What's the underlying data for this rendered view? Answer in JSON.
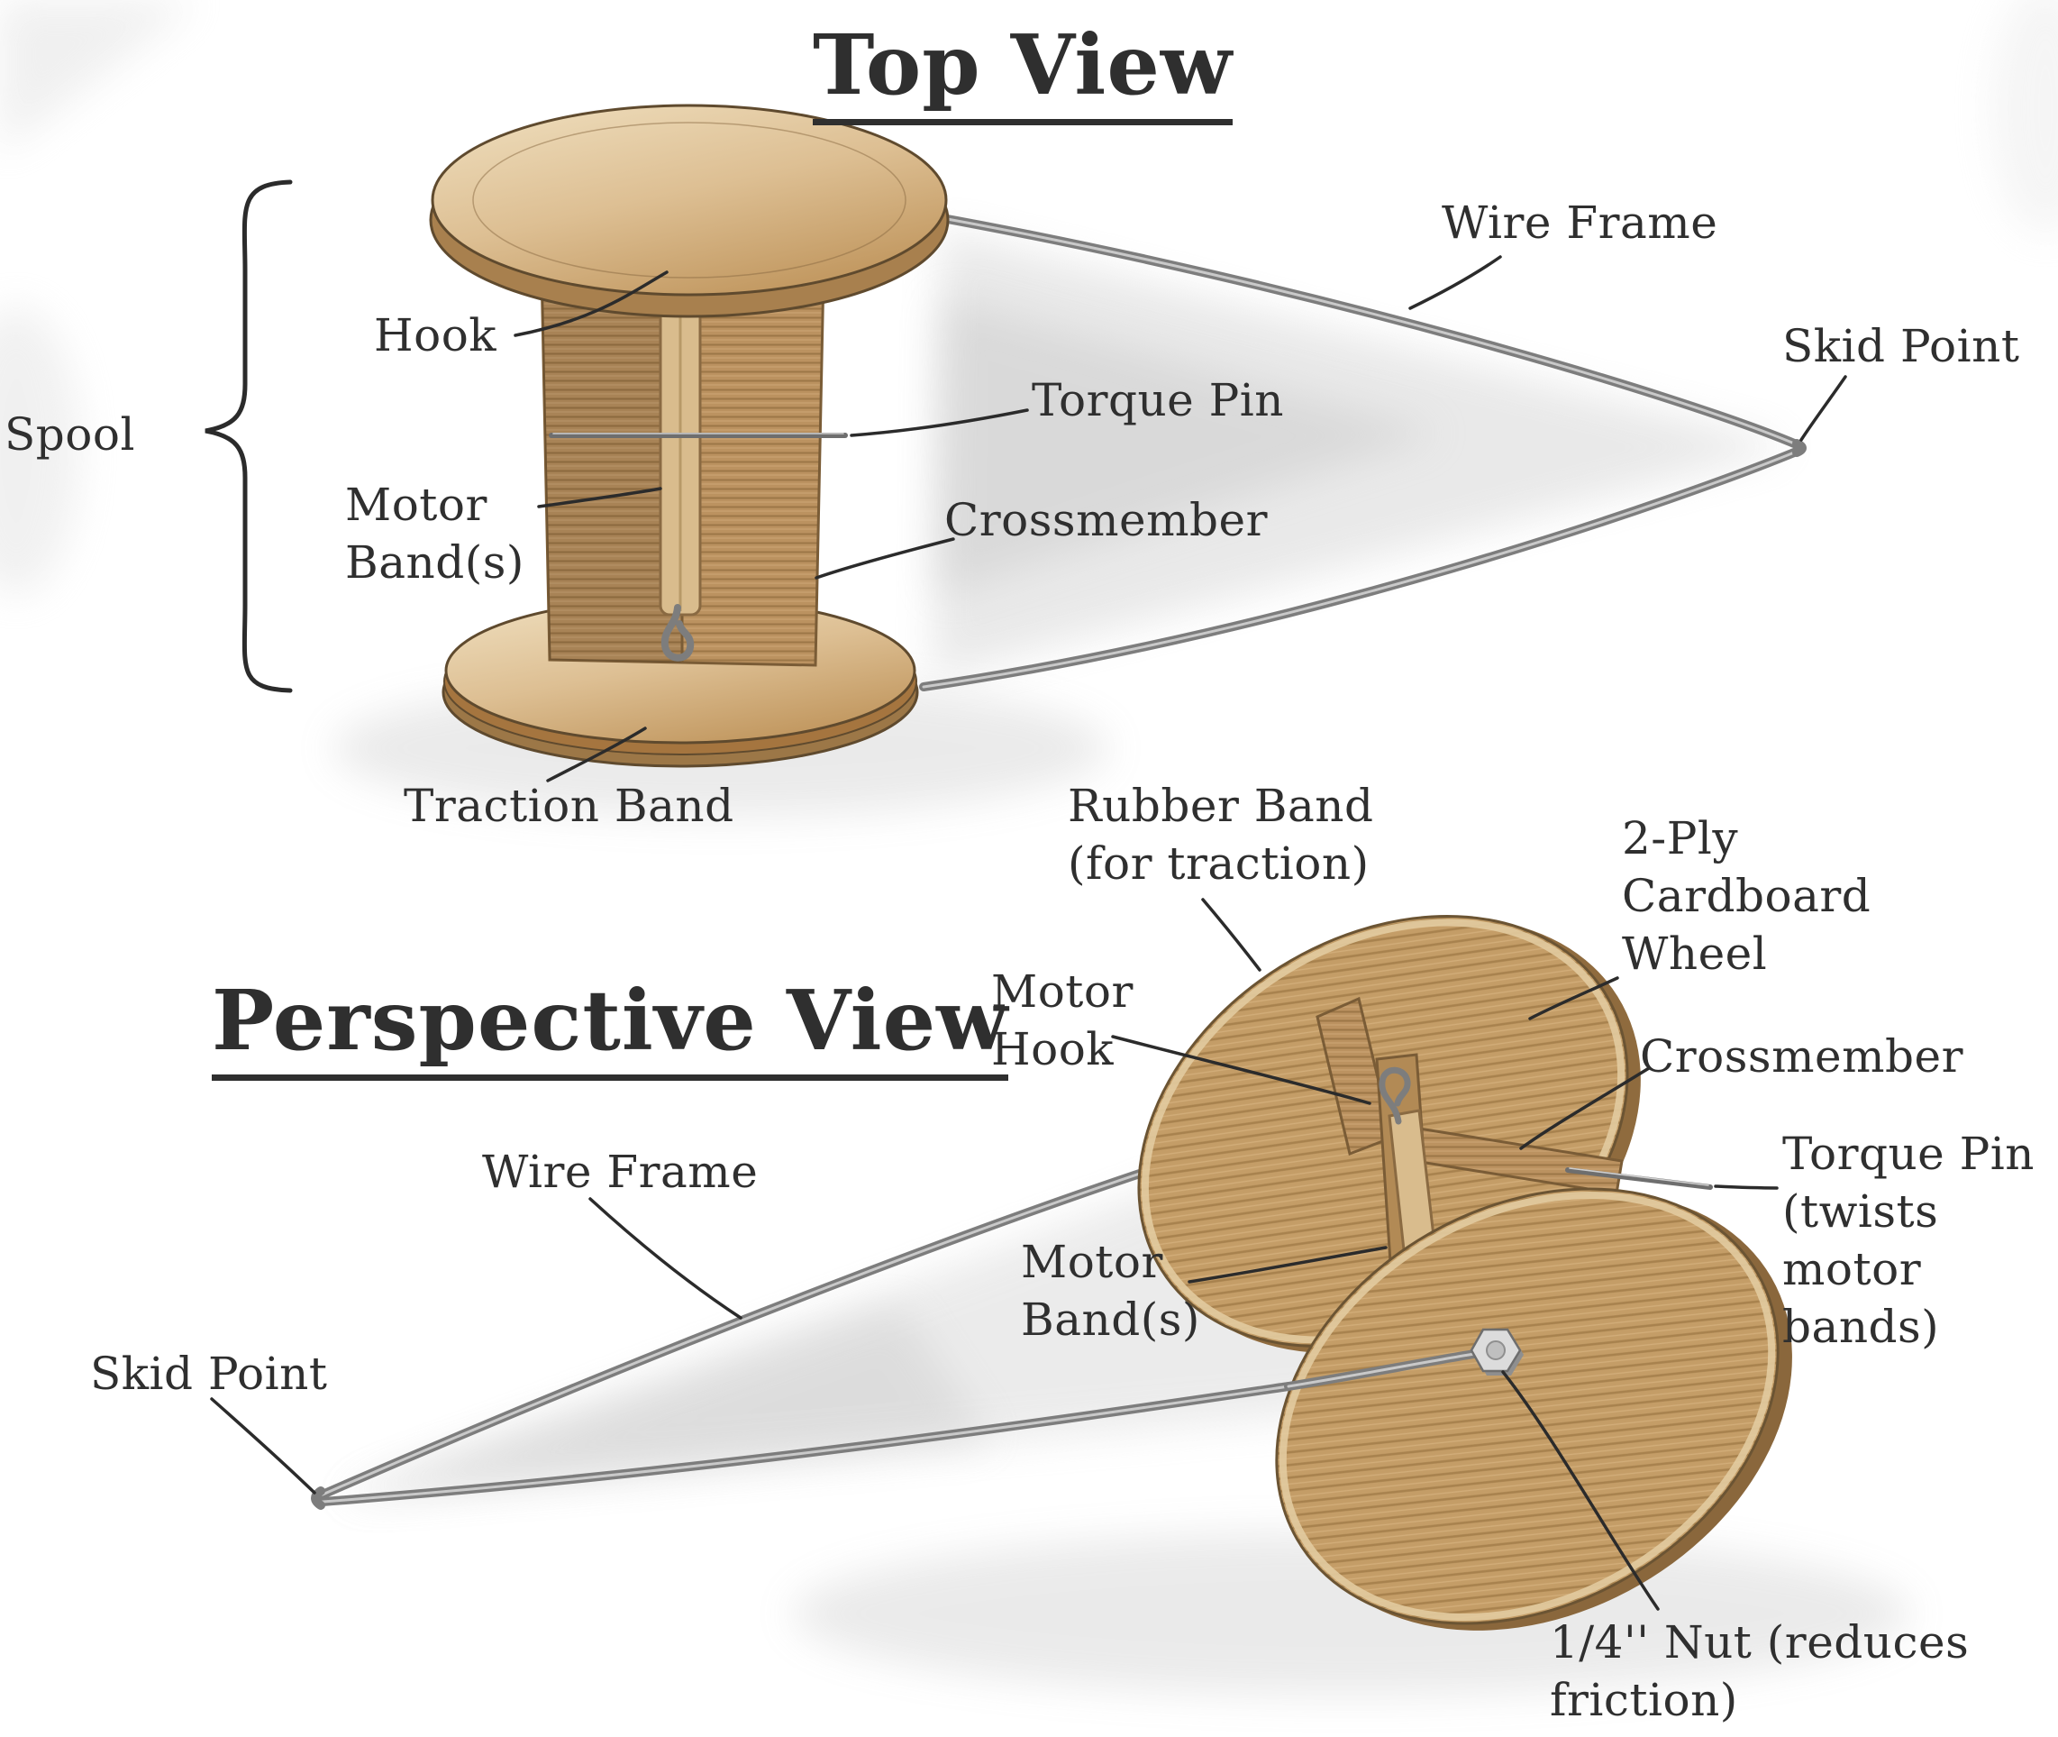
{
  "page": {
    "background": "#ffffff"
  },
  "top_view": {
    "title": "Top View",
    "labels": {
      "spool": "Spool",
      "hook": "Hook",
      "wire_frame": "Wire Frame",
      "skid_point": "Skid Point",
      "torque_pin": "Torque Pin",
      "motor_bands": "Motor\nBand(s)",
      "crossmember": "Crossmember",
      "traction_band": "Traction Band"
    }
  },
  "perspective_view": {
    "title": "Perspective View",
    "labels": {
      "rubber_band": "Rubber Band\n(for traction)",
      "cardboard_wheel": "2-Ply\nCardboard\nWheel",
      "motor_hook": "Motor\nHook",
      "crossmember": "Crossmember",
      "torque_pin": "Torque Pin\n(twists motor\nbands)",
      "wire_frame": "Wire Frame",
      "motor_bands": "Motor\nBand(s)",
      "skid_point": "Skid Point",
      "nut": "1/4'' Nut (reduces friction)"
    }
  },
  "colors": {
    "cardboard": "#c39a63",
    "cardboard_dark": "#9c7747",
    "disc_light": "#f0e0c0",
    "band": "#d9bc8d",
    "wire": "#8a8a8a",
    "leader_line": "#2b2b2b",
    "text": "#2f2f2f"
  }
}
